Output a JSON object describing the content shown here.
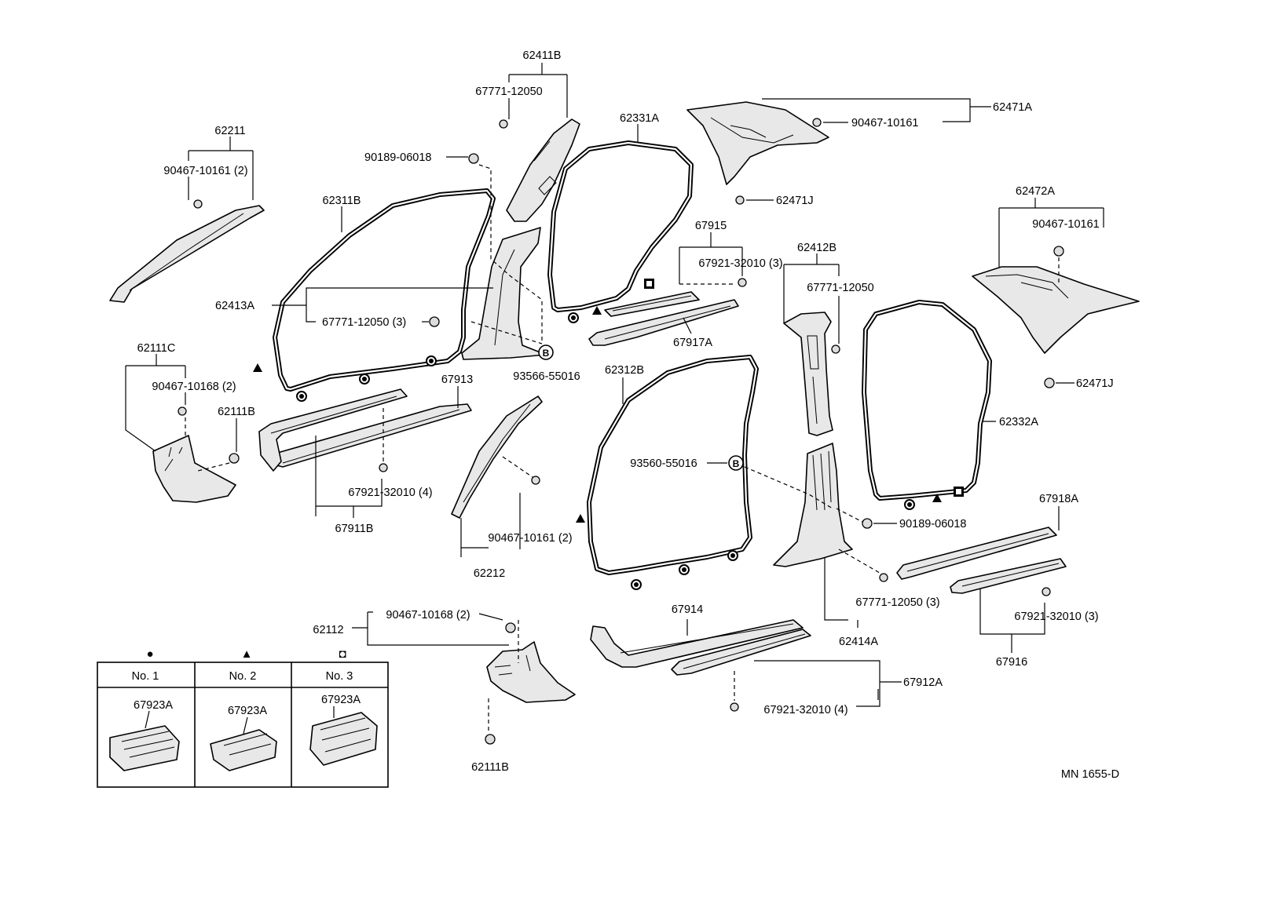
{
  "diagram_code": "MN 1655-D",
  "legend": {
    "symbols": [
      "●",
      "▲",
      "◘"
    ],
    "headers": [
      "No. 1",
      "No. 2",
      "No. 3"
    ],
    "parts": [
      "67923A",
      "67923A",
      "67923A"
    ]
  },
  "parts": {
    "p62411B": "62411B",
    "p67771_12050_top": "67771-12050",
    "p62331A": "62331A",
    "p62471A": "62471A",
    "p90467_10161_ra": "90467-10161",
    "p62211": "62211",
    "p90467_10161_2_a": "90467-10161 (2)",
    "p90189_06018_a": "90189-06018",
    "p62471J_a": "62471J",
    "p62472A": "62472A",
    "p90467_10161_rb": "90467-10161",
    "p62311B": "62311B",
    "p67915": "67915",
    "p67921_32010_3a": "67921-32010 (3)",
    "p62412B": "62412B",
    "p67771_12050_mid": "67771-12050",
    "p62413A": "62413A",
    "p67771_12050_3a": "67771-12050 (3)",
    "p67917A": "67917A",
    "p62111C": "62111C",
    "p93566_55016": "93566-55016",
    "p62312B": "62312B",
    "p62471J_b": "62471J",
    "p90467_10168_2_a": "90467-10168 (2)",
    "p67913": "67913",
    "p62111B_a": "62111B",
    "p62332A": "62332A",
    "p93560_55016": "93560-55016",
    "p67918A": "67918A",
    "p67921_32010_4a": "67921-32010 (4)",
    "p90189_06018_b": "90189-06018",
    "p67911B": "67911B",
    "p90467_10161_2_b": "90467-10161 (2)",
    "p62212": "62212",
    "p67771_12050_3b": "67771-12050 (3)",
    "p67914": "67914",
    "p67921_32010_3b": "67921-32010 (3)",
    "p90467_10168_2_b": "90467-10168 (2)",
    "p62112": "62112",
    "p62414A": "62414A",
    "p67916": "67916",
    "p67912A": "67912A",
    "p67921_32010_4b": "67921-32010 (4)",
    "p62111B_b": "62111B"
  }
}
